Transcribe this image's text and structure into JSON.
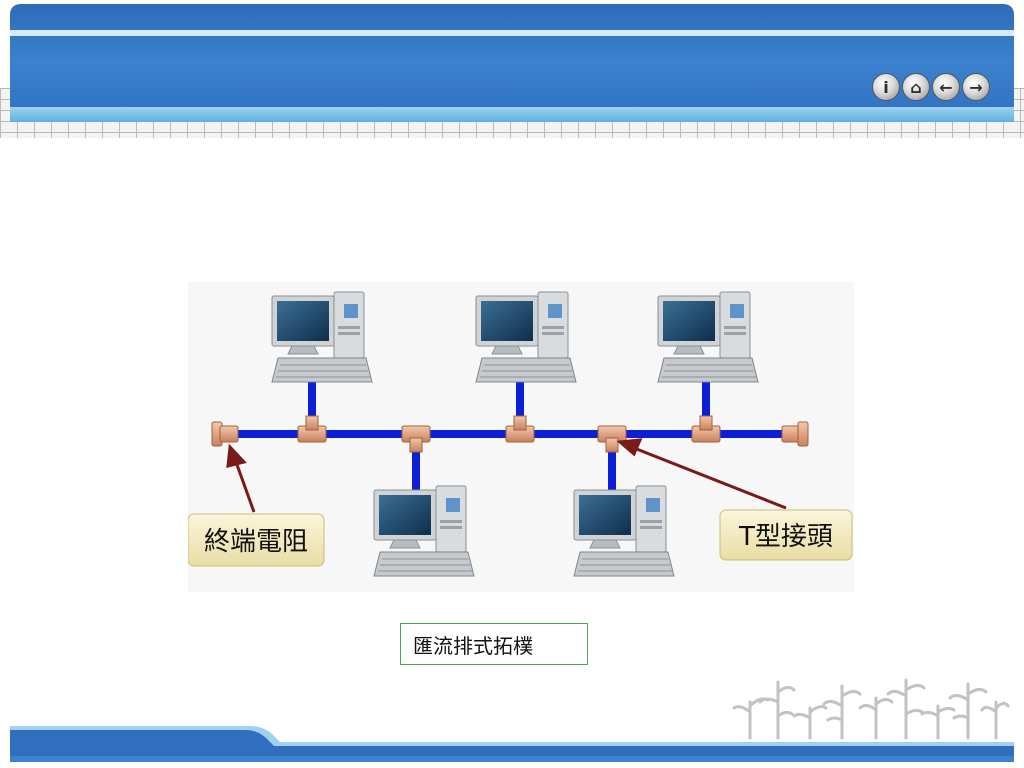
{
  "nav": {
    "info_glyph": "i",
    "home_glyph": "⌂",
    "back_glyph": "←",
    "forward_glyph": "→"
  },
  "diagram": {
    "terminator_label": "終端電阻",
    "tconnector_label": "T型接頭"
  },
  "caption": {
    "text": "匯流排式拓樸"
  },
  "colors": {
    "header_blue": "#3b82cf",
    "bus_blue": "#0b1fd6",
    "arrow_red": "#7a1a1a",
    "connector_copper": "#e4a782"
  }
}
